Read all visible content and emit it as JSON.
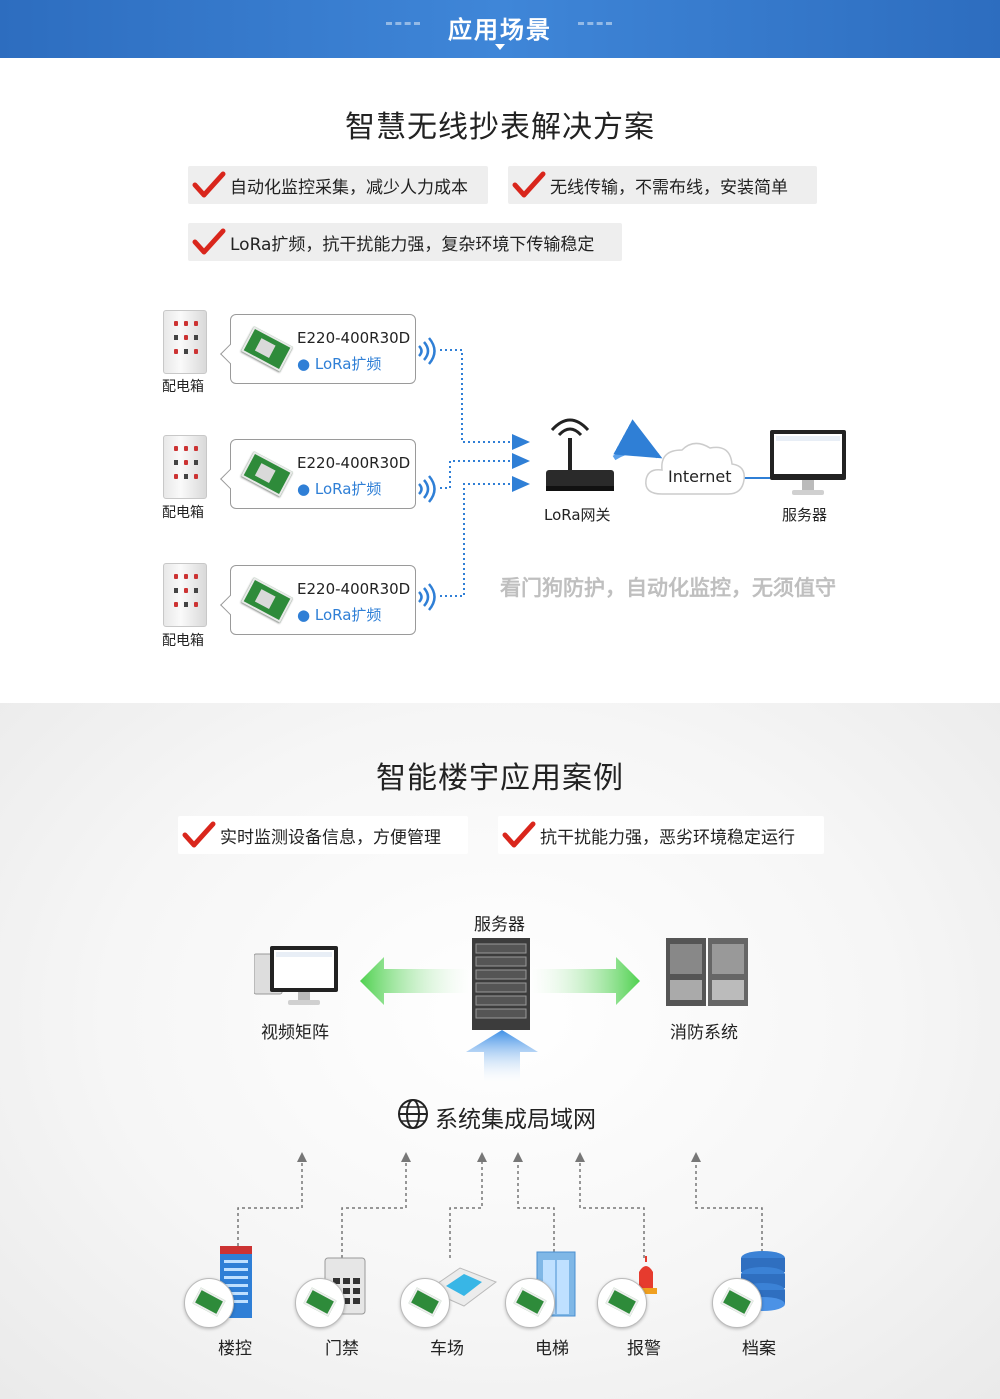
{
  "header": {
    "title": "应用场景"
  },
  "section1": {
    "title": "智慧无线抄表解决方案",
    "features": [
      "自动化监控采集，减少人力成本",
      "无线传输，不需布线，安装简单",
      "LoRa扩频，抗干扰能力强，复杂环境下传输稳定"
    ],
    "cabinet_label": "配电箱",
    "module_model": "E220-400R30D",
    "module_tag": "● LoRa扩频",
    "gateway_label": "LoRa网关",
    "cloud_label": "Internet",
    "server_label": "服务器",
    "slogan": "看门狗防护，自动化监控，无须值守"
  },
  "section2": {
    "title": "智能楼宇应用案例",
    "features": [
      "实时监测设备信息，方便管理",
      "抗干扰能力强，恶劣环境稳定运行"
    ],
    "server_label": "服务器",
    "video_label": "视频矩阵",
    "fire_label": "消防系统",
    "lan_label": "系统集成局域网",
    "nodes": [
      "楼控",
      "门禁",
      "车场",
      "电梯",
      "报警",
      "档案"
    ]
  },
  "colors": {
    "header": "#2d6dbf",
    "accent_blue": "#2f7fd6",
    "check_red": "#d9261c",
    "arrow_green": "#5bd65b",
    "arrow_blue": "#5aa0ea"
  },
  "icons": [
    "check-icon",
    "wifi-icon",
    "router-icon",
    "cloud-icon",
    "monitor-icon",
    "server-rack-icon",
    "globe-icon",
    "building-icon",
    "keypad-icon",
    "car-icon",
    "elevator-icon",
    "alarm-icon",
    "database-icon"
  ]
}
